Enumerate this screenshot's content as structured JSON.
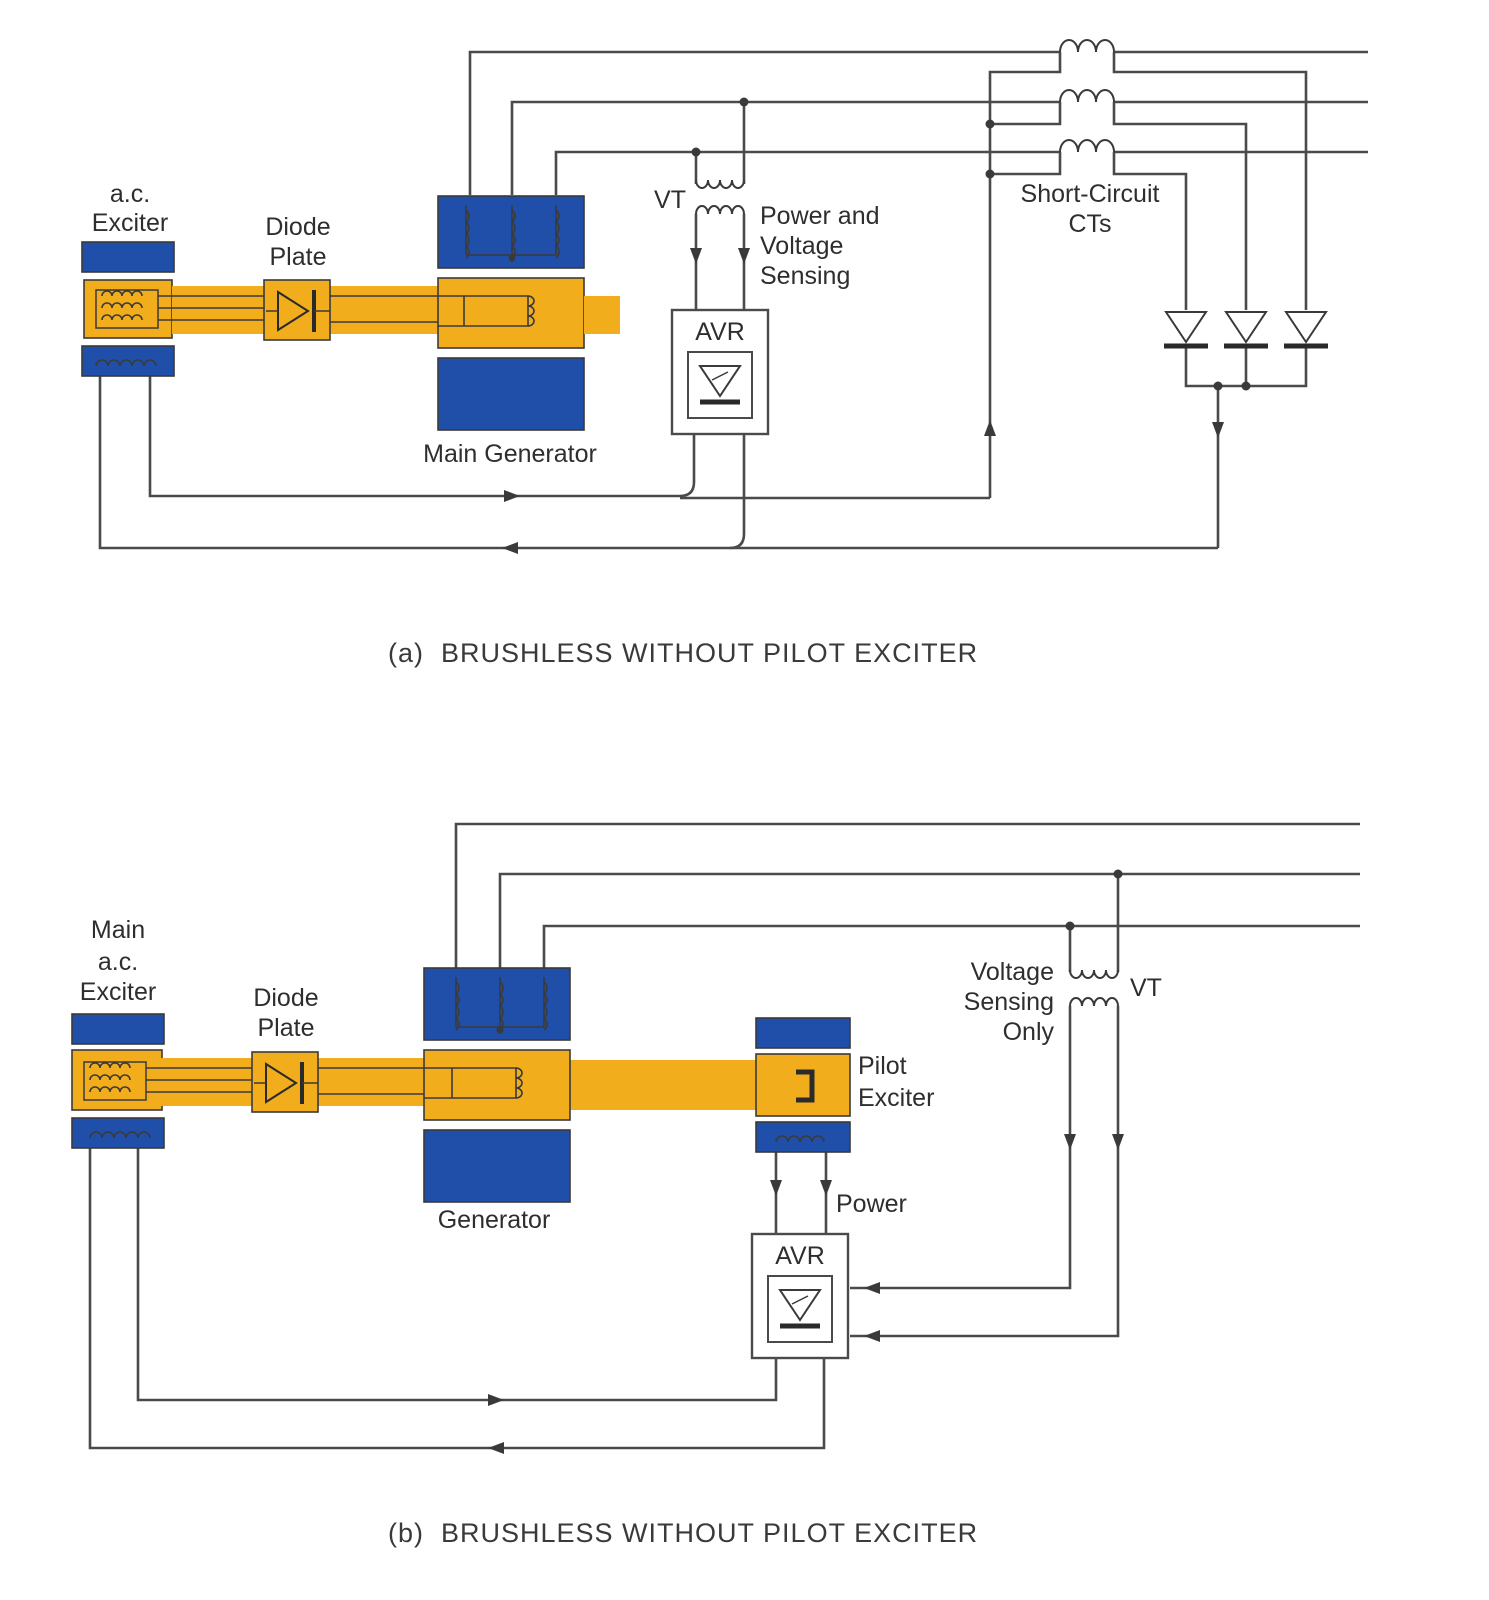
{
  "diagram_a": {
    "labels": {
      "exciter_line1": "a.c.",
      "exciter_line2": "Exciter",
      "diode_line1": "Diode",
      "diode_line2": "Plate",
      "vt": "VT",
      "sensing_line1": "Power and",
      "sensing_line2": "Voltage",
      "sensing_line3": "Sensing",
      "ct_line1": "Short-Circuit",
      "ct_line2": "CTs",
      "avr": "AVR",
      "main_generator": "Main Generator"
    },
    "caption": "(a)  BRUSHLESS WITHOUT PILOT EXCITER"
  },
  "diagram_b": {
    "labels": {
      "exciter_line1": "Main",
      "exciter_line2": "a.c.",
      "exciter_line3": "Exciter",
      "diode_line1": "Diode",
      "diode_line2": "Plate",
      "generator": "Generator",
      "pilot_line1": "Pilot",
      "pilot_line2": "Exciter",
      "power": "Power",
      "avr": "AVR",
      "vsense_line1": "Voltage",
      "vsense_line2": "Sensing",
      "vsense_line3": "Only",
      "vt": "VT"
    },
    "caption": "(b)  BRUSHLESS WITHOUT PILOT EXCITER"
  },
  "colors": {
    "rotor": "#f2ad1c",
    "stator": "#1f4fa8",
    "wire": "#4a4a4a"
  }
}
